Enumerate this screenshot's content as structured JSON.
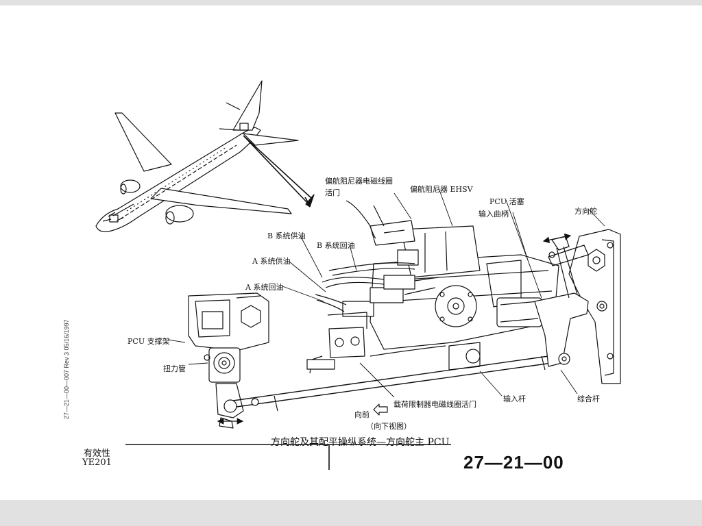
{
  "page": {
    "side_code": "27—21—00—007 Rev 3 05/16/1997",
    "caption": "方向舵及其配平操纵系统—方向舵主 PCU",
    "effectivity_label": "有效性",
    "effectivity_value": "YE201",
    "doc_number": "27—21—00"
  },
  "labels": {
    "yaw_damper_solenoid": "偏航阻尼器电磁线圈活门",
    "yaw_damper_ehsv": "偏航阻尼器 EHSV",
    "pcu_piston": "PCU 活塞",
    "input_crank": "输入曲柄",
    "rudder": "方向舵",
    "b_supply": "B 系统供油",
    "b_return": "B 系统回油",
    "a_supply": "A 系统供油",
    "a_return": "A 系统回油",
    "pcu_support": "PCU 支撑架",
    "torque_tube": "扭力管",
    "load_limiter_solenoid": "载荷限制器电磁线圈活门",
    "input_rod": "输入杆",
    "summing_lever": "综合杆",
    "forward": "向前",
    "view_down": "（向下视图）"
  },
  "colors": {
    "ink": "#111111",
    "band": "#e1e1e1",
    "paper": "#ffffff"
  },
  "icons": {
    "forward_arrow": "arrow-left-outline",
    "motion_arrows": "double-headed-arrow"
  }
}
